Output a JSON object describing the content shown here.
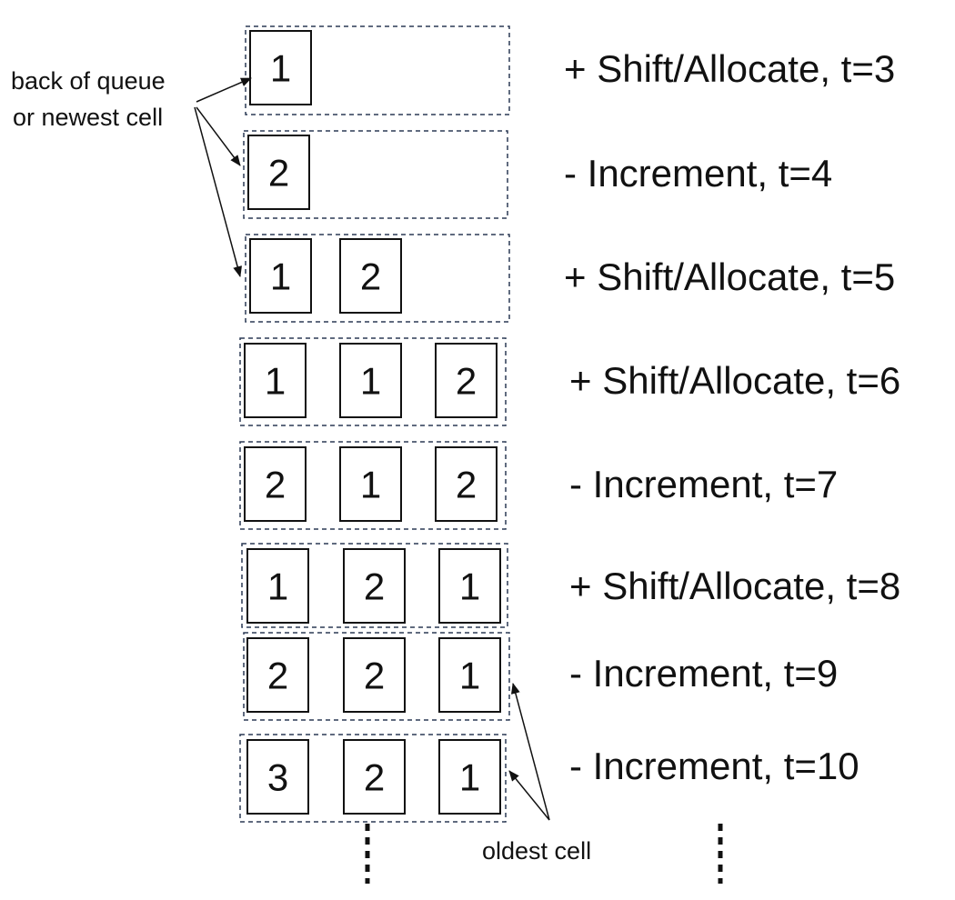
{
  "annotations": {
    "back_of_queue_line1": "back of queue",
    "back_of_queue_line2": "or newest cell",
    "oldest_cell": "oldest  cell"
  },
  "rows": [
    {
      "cells": [
        "1"
      ],
      "label": "+ Shift/Allocate, t=3"
    },
    {
      "cells": [
        "2"
      ],
      "label": "- Increment, t=4"
    },
    {
      "cells": [
        "1",
        "2"
      ],
      "label": "+ Shift/Allocate, t=5"
    },
    {
      "cells": [
        "1",
        "1",
        "2"
      ],
      "label": "+ Shift/Allocate, t=6"
    },
    {
      "cells": [
        "2",
        "1",
        "2"
      ],
      "label": "- Increment, t=7"
    },
    {
      "cells": [
        "1",
        "2",
        "1"
      ],
      "label": "+ Shift/Allocate, t=8"
    },
    {
      "cells": [
        "2",
        "2",
        "1"
      ],
      "label": "- Increment, t=9"
    },
    {
      "cells": [
        "3",
        "2",
        "1"
      ],
      "label": "- Increment, t=10"
    }
  ],
  "colors": {
    "frame": "#2b3a55",
    "cell": "#111111",
    "arrow": "#111111"
  }
}
